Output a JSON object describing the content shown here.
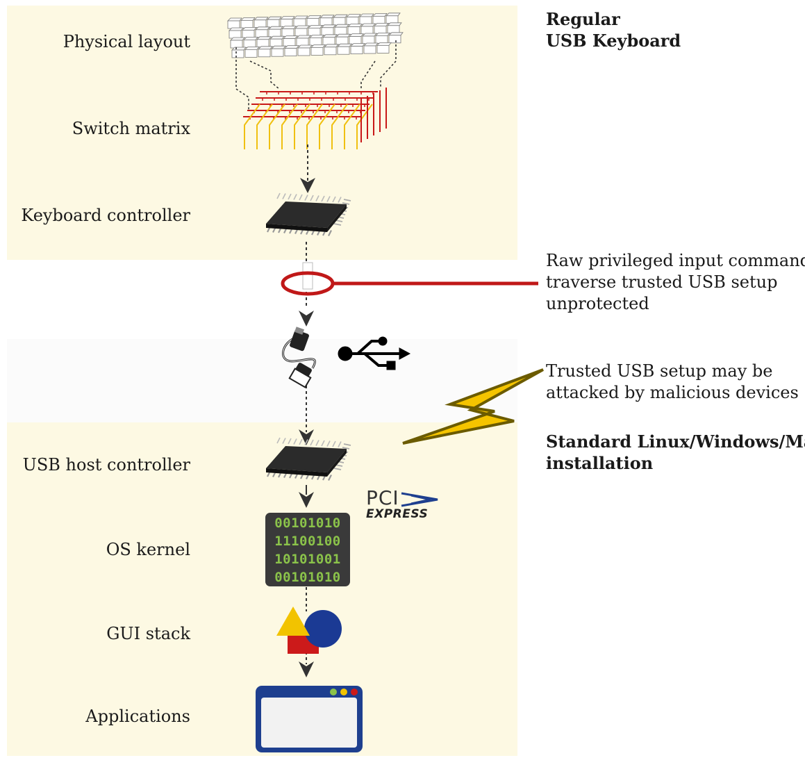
{
  "layers": {
    "physical_layout": "Physical layout",
    "switch_matrix": "Switch matrix",
    "keyboard_controller": "Keyboard controller",
    "usb_host_controller": "USB host controller",
    "os_kernel": "OS kernel",
    "gui_stack": "GUI stack",
    "applications": "Applications"
  },
  "headings": {
    "keyboard_line1": "Regular",
    "keyboard_line2": "USB Keyboard",
    "host_line1": "Standard Linux/Windows/Mac",
    "host_line2": "installation"
  },
  "notes": {
    "raw_line1": "Raw privileged input commands",
    "raw_line2": "traverse trusted USB setup",
    "raw_line3": "unprotected",
    "attack_line1": "Trusted USB setup may be",
    "attack_line2": "attacked by malicious devices"
  },
  "kernel_bits": [
    "00101010",
    "11100100",
    "10101001",
    "00101010"
  ],
  "pcie_logo": {
    "top": "PCI",
    "bottom": "EXPRESS"
  },
  "colors": {
    "panel": "#fdf9e3",
    "highlight_ring": "#c01818",
    "lightning": "#f5c400",
    "window_frame": "#1e3f8f",
    "gui_triangle": "#f2c300",
    "gui_circle": "#1b3a94",
    "gui_square": "#cc1a1a"
  }
}
